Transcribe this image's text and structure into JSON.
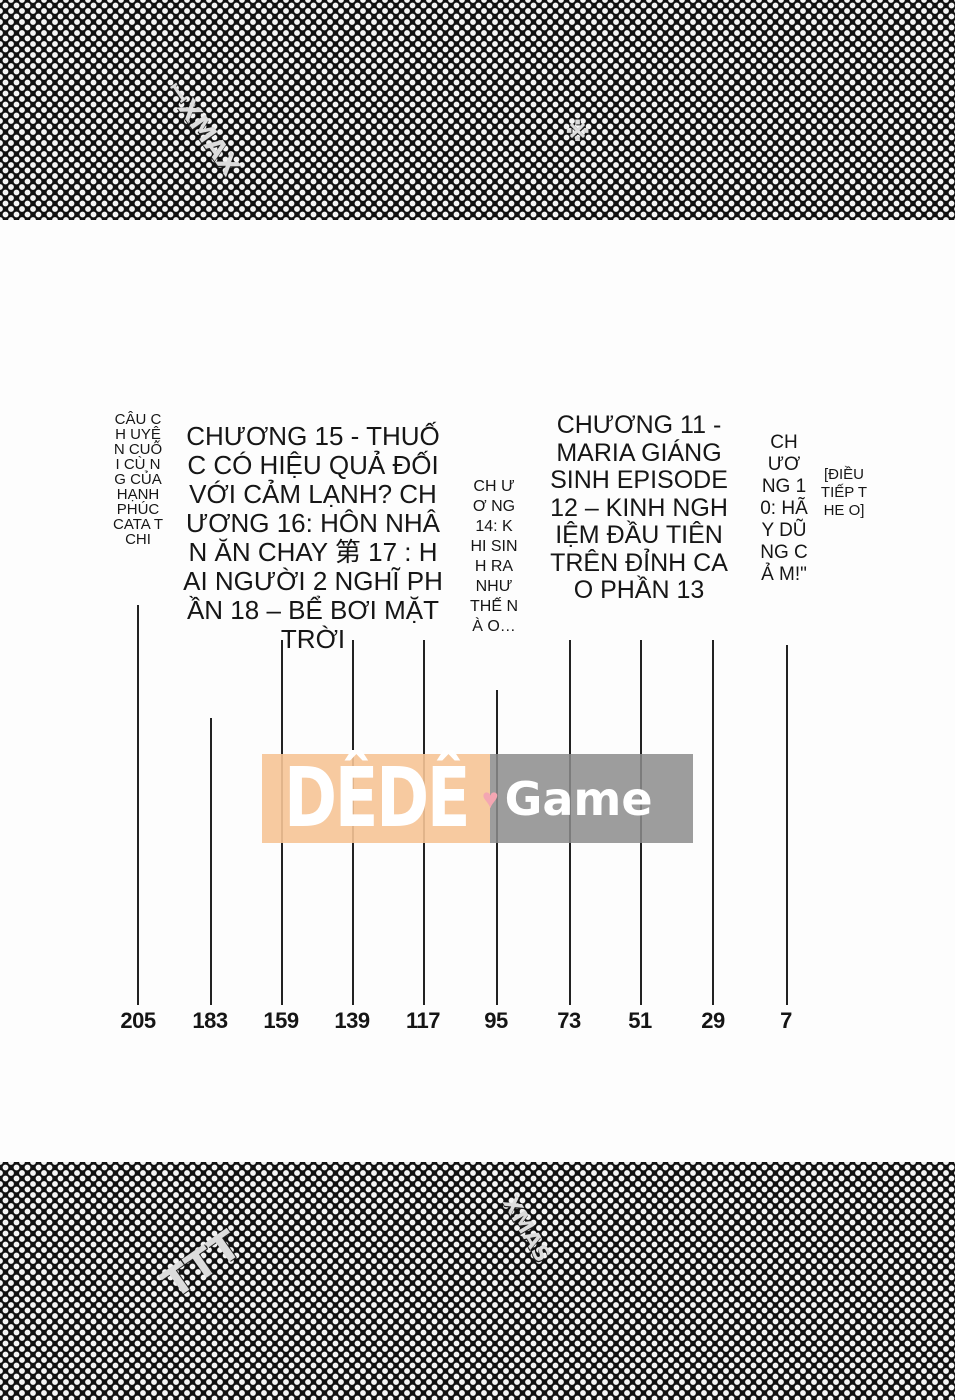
{
  "chapters": [
    {
      "title": "CÂU CH UYỆN CUỐI CÙ NG CỦA HẠNH PHÚC CATA TCHI",
      "page": "205"
    },
    {
      "title": "",
      "page": "183"
    },
    {
      "title": "CHƯƠNG 15 - THUỐC CÓ HIỆU QUẢ ĐỐI VỚI CẢM LẠNH? CHƯƠNG 16: HÔN NHÂN ĂN CHAY 第 17 : HAI NGƯỜI 2 NGHĨ PHẦN 18 – BỂ BƠI MẶT TRỜI",
      "page": "159"
    },
    {
      "title": "",
      "page": "139"
    },
    {
      "title": "",
      "page": "117"
    },
    {
      "title": "CH ƯƠ NG 14: KHI SINH RA NHƯ THẾ NÀ O…",
      "page": "95"
    },
    {
      "title": "",
      "page": "73"
    },
    {
      "title": "CHƯƠNG 11 - MARIA GIÁNG SINH EPISODE 12 – KINH NGHIỆM ĐẦU TIÊN TRÊN ĐỈNH CAO PHẦN 13",
      "page": "51"
    },
    {
      "title": "",
      "page": "29"
    },
    {
      "title": "CH ƯƠ NG 10: HÃY DŨ NG CẢ M!\"",
      "page": "7"
    }
  ],
  "continued": "[ĐIỀU TIẾP THE O]",
  "watermark": {
    "left": "DÊDÊ",
    "right": "Game",
    "heart": "♥"
  },
  "decorations": {
    "top_1": "ꟷXMAX",
    "top_2": "※",
    "bottom_1": "TTT",
    "bottom_2": "XMAS"
  }
}
